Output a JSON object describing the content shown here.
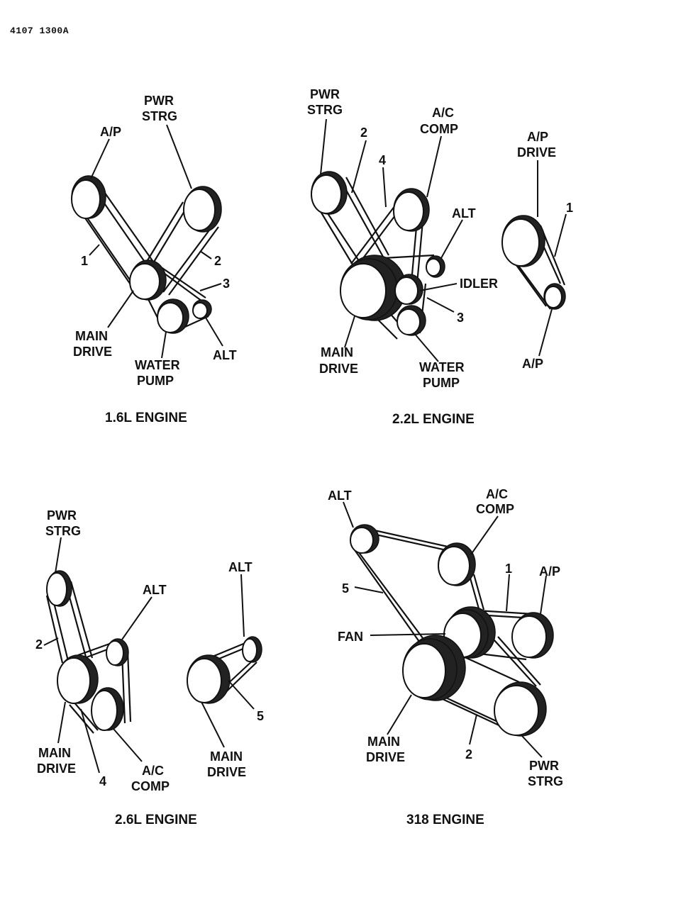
{
  "header": {
    "doc_id": "4107 1300A"
  },
  "diagrams": {
    "d16": {
      "title": "1.6L ENGINE",
      "labels": {
        "ap": "A/P",
        "pwr": "PWR",
        "strg": "STRG",
        "main": "MAIN",
        "drive": "DRIVE",
        "water": "WATER",
        "pump": "PUMP",
        "alt": "ALT"
      },
      "belts": {
        "b1": "1",
        "b2": "2",
        "b3": "3"
      }
    },
    "d22": {
      "title": "2.2L ENGINE",
      "labels": {
        "pwr": "PWR",
        "strg": "STRG",
        "ac": "A/C",
        "comp": "COMP",
        "alt": "ALT",
        "idler": "IDLER",
        "main": "MAIN",
        "drive": "DRIVE",
        "water": "WATER",
        "pump": "PUMP",
        "ap_drive_1": "A/P",
        "ap_drive_2": "DRIVE",
        "ap": "A/P"
      },
      "belts": {
        "b1": "1",
        "b2": "2",
        "b3": "3",
        "b4": "4"
      }
    },
    "d26": {
      "title": "2.6L ENGINE",
      "labels": {
        "pwr": "PWR",
        "strg": "STRG",
        "alt": "ALT",
        "main": "MAIN",
        "drive": "DRIVE",
        "ac": "A/C",
        "comp": "COMP",
        "alt2": "ALT",
        "main2": "MAIN",
        "drive2": "DRIVE"
      },
      "belts": {
        "b2": "2",
        "b4": "4",
        "b5": "5"
      }
    },
    "d318": {
      "title": "318 ENGINE",
      "labels": {
        "alt": "ALT",
        "ac": "A/C",
        "comp": "COMP",
        "ap": "A/P",
        "fan": "FAN",
        "main": "MAIN",
        "drive": "DRIVE",
        "pwr": "PWR",
        "strg": "STRG"
      },
      "belts": {
        "b1": "1",
        "b2": "2",
        "b5": "5"
      }
    }
  }
}
